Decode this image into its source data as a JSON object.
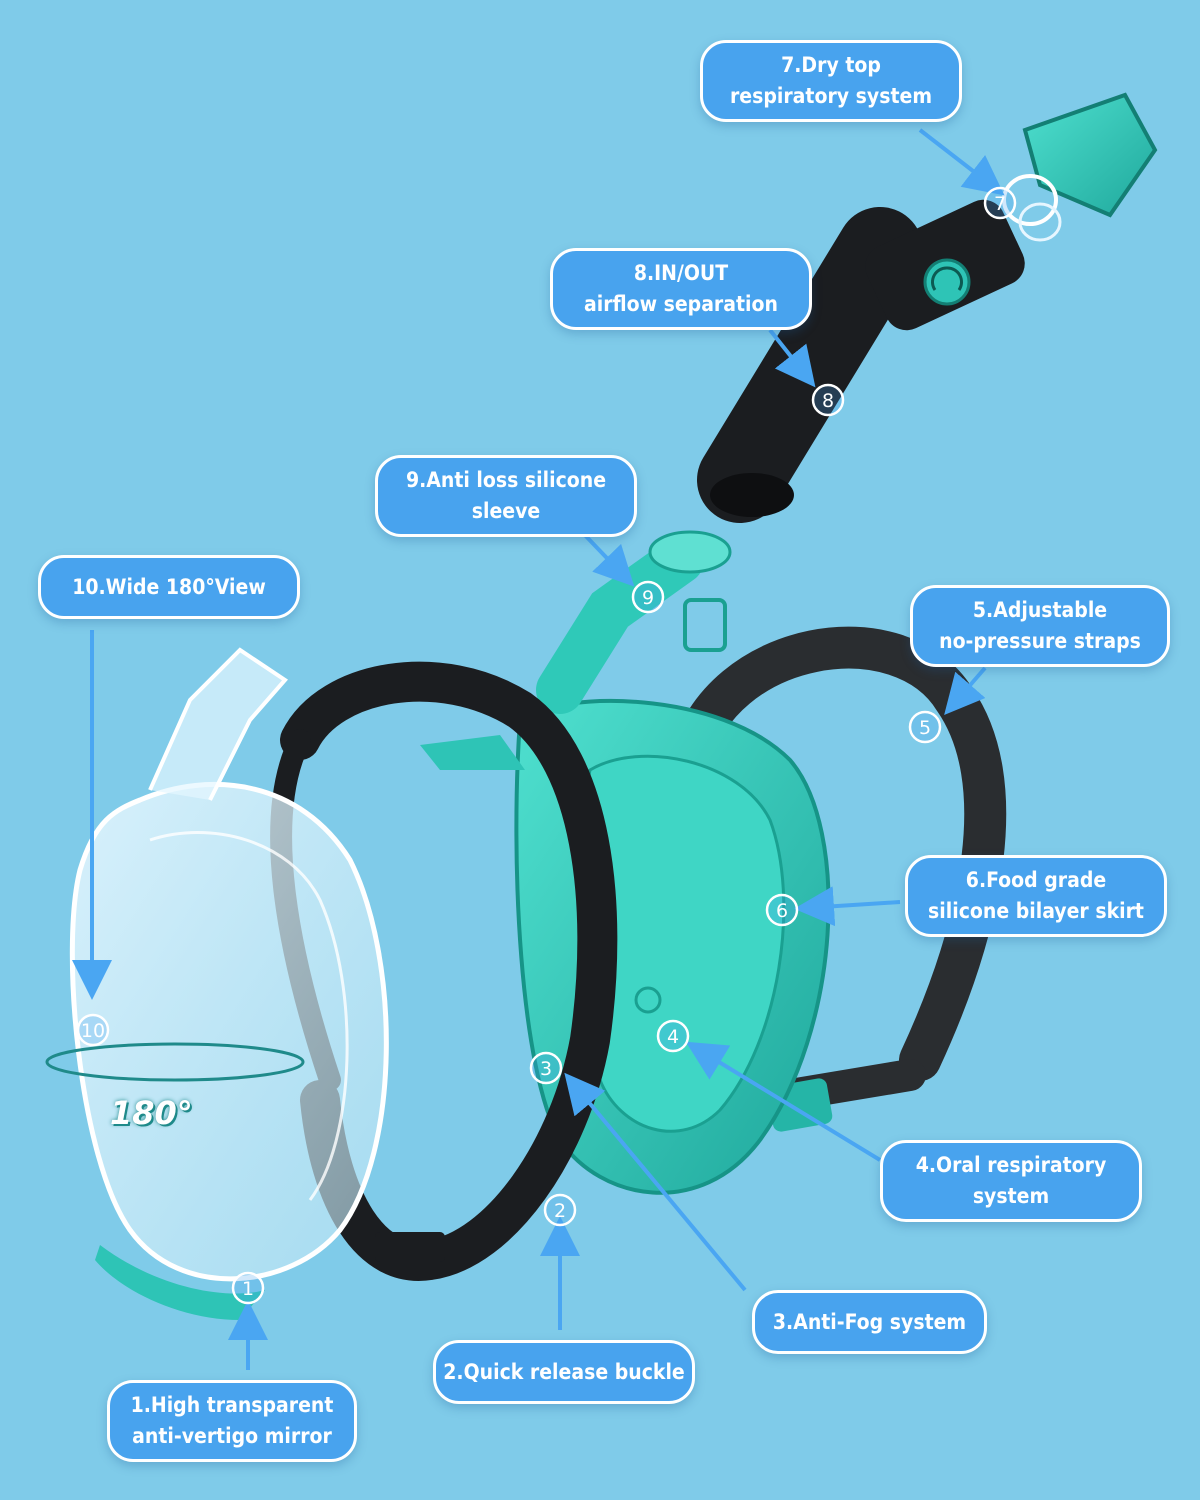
{
  "callouts": [
    {
      "id": 1,
      "lines": [
        "1.High transparent",
        "anti-vertigo mirror"
      ]
    },
    {
      "id": 2,
      "lines": [
        "2.Quick release buckle"
      ]
    },
    {
      "id": 3,
      "lines": [
        "3.Anti-Fog system"
      ]
    },
    {
      "id": 4,
      "lines": [
        "4.Oral respiratory",
        "system"
      ]
    },
    {
      "id": 5,
      "lines": [
        "5.Adjustable",
        "no-pressure straps"
      ]
    },
    {
      "id": 6,
      "lines": [
        "6.Food grade",
        "silicone bilayer skirt"
      ]
    },
    {
      "id": 7,
      "lines": [
        "7.Dry top",
        "respiratory system"
      ]
    },
    {
      "id": 8,
      "lines": [
        "8.IN/OUT",
        "airflow separation"
      ]
    },
    {
      "id": 9,
      "lines": [
        "9.Anti loss silicone",
        "sleeve"
      ]
    },
    {
      "id": 10,
      "lines": [
        "10.Wide 180°View"
      ]
    }
  ],
  "markers": [
    "1",
    "2",
    "3",
    "4",
    "5",
    "6",
    "7",
    "8",
    "9",
    "10"
  ],
  "view_angle_label": "180°",
  "colors": {
    "background": "#7fcbe9",
    "callout_fill": "#48a3ee",
    "teal": "#2ec4b6",
    "black_frame": "#1b1d20"
  }
}
